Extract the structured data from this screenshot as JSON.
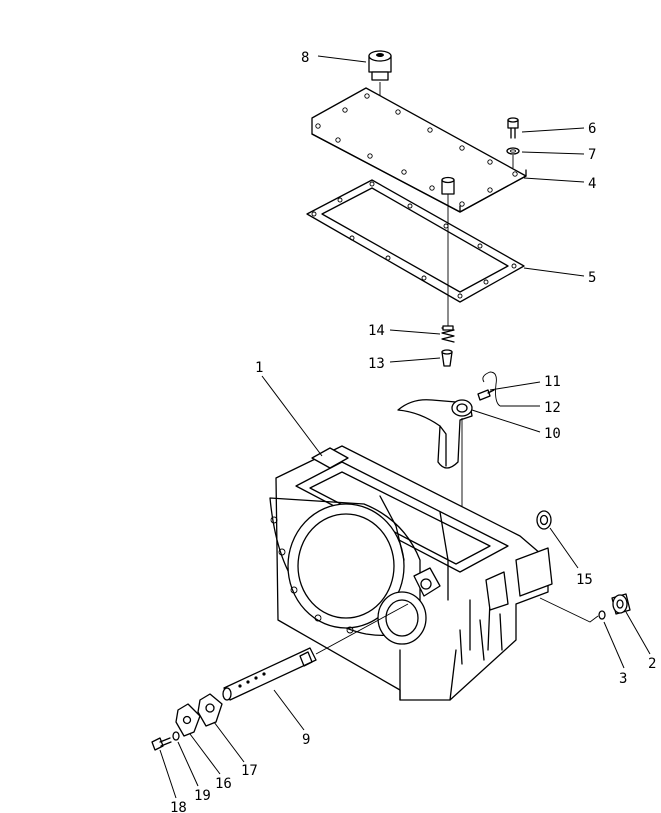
{
  "callouts": [
    {
      "id": "p1",
      "label": "1"
    },
    {
      "id": "p2",
      "label": "2"
    },
    {
      "id": "p3",
      "label": "3"
    },
    {
      "id": "p4",
      "label": "4"
    },
    {
      "id": "p5",
      "label": "5"
    },
    {
      "id": "p6",
      "label": "6"
    },
    {
      "id": "p7",
      "label": "7"
    },
    {
      "id": "p8",
      "label": "8"
    },
    {
      "id": "p9",
      "label": "9"
    },
    {
      "id": "p10",
      "label": "10"
    },
    {
      "id": "p11",
      "label": "11"
    },
    {
      "id": "p12",
      "label": "12"
    },
    {
      "id": "p13",
      "label": "13"
    },
    {
      "id": "p14",
      "label": "14"
    },
    {
      "id": "p15",
      "label": "15"
    },
    {
      "id": "p16",
      "label": "16"
    },
    {
      "id": "p17",
      "label": "17"
    },
    {
      "id": "p18",
      "label": "18"
    },
    {
      "id": "p19",
      "label": "19"
    }
  ]
}
